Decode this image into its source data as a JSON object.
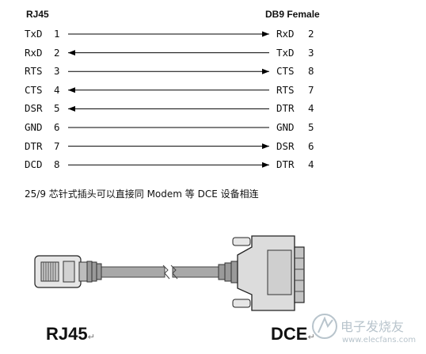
{
  "diagram": {
    "left_header": "RJ45",
    "right_header": "DB9 Female",
    "rows": [
      {
        "left_label": "TxD",
        "left_pin": "1",
        "right_label": "RxD",
        "right_pin": "2",
        "direction": "right"
      },
      {
        "left_label": "RxD",
        "left_pin": "2",
        "right_label": "TxD",
        "right_pin": "3",
        "direction": "left"
      },
      {
        "left_label": "RTS",
        "left_pin": "3",
        "right_label": "CTS",
        "right_pin": "8",
        "direction": "right"
      },
      {
        "left_label": "CTS",
        "left_pin": "4",
        "right_label": "RTS",
        "right_pin": "7",
        "direction": "left"
      },
      {
        "left_label": "DSR",
        "left_pin": "5",
        "right_label": "DTR",
        "right_pin": "4",
        "direction": "left"
      },
      {
        "left_label": "GND",
        "left_pin": "6",
        "right_label": "GND",
        "right_pin": "5",
        "direction": "none"
      },
      {
        "left_label": "DTR",
        "left_pin": "7",
        "right_label": "DSR",
        "right_pin": "6",
        "direction": "right"
      },
      {
        "left_label": "DCD",
        "left_pin": "8",
        "right_label": "DTR",
        "right_pin": "4",
        "direction": "right"
      }
    ]
  },
  "caption": "25/9 芯针式插头可以直接同 Modem 等 DCE 设备相连",
  "illustration": {
    "left_label": "RJ45",
    "right_label": "DCE",
    "return_mark": "↵"
  },
  "watermark": {
    "brand": "电子发烧友",
    "url": "www.elecfans.com"
  },
  "colors": {
    "line": "#000000",
    "cable": "#a8a8a8",
    "plug_body": "#d8d8d8"
  }
}
